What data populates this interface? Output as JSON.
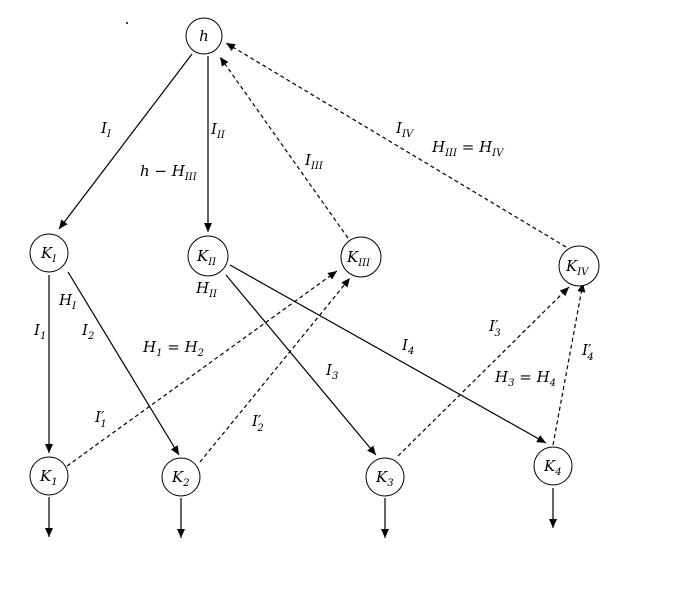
{
  "nodes": {
    "h": {
      "main": "h",
      "sub": ""
    },
    "KI": {
      "main": "K",
      "sub": "I"
    },
    "KII": {
      "main": "K",
      "sub": "II"
    },
    "KIII": {
      "main": "K",
      "sub": "III"
    },
    "KIV": {
      "main": "K",
      "sub": "IV"
    },
    "K1": {
      "main": "K",
      "sub": "1"
    },
    "K2": {
      "main": "K",
      "sub": "2"
    },
    "K3": {
      "main": "K",
      "sub": "3"
    },
    "K4": {
      "main": "K",
      "sub": "4"
    }
  },
  "edge_labels": {
    "I_I": {
      "main": "I",
      "sub": "I"
    },
    "I_II": {
      "main": "I",
      "sub": "II"
    },
    "h_minus_HIII": {
      "pre": "h − ",
      "main": "H",
      "sub": "III"
    },
    "I_III": {
      "main": "I",
      "sub": "III"
    },
    "I_IV": {
      "main": "I",
      "sub": "IV"
    },
    "HIII_eq_HIV": {
      "a_main": "H",
      "a_sub": "III",
      "eq": " = ",
      "b_main": "H",
      "b_sub": "IV"
    },
    "H_I": {
      "main": "H",
      "sub": "I"
    },
    "H_II": {
      "main": "H",
      "sub": "II"
    },
    "I_1": {
      "main": "I",
      "sub": "1"
    },
    "I_2": {
      "main": "I",
      "sub": "2"
    },
    "H1_eq_H2": {
      "a_main": "H",
      "a_sub": "1",
      "eq": " = ",
      "b_main": "H",
      "b_sub": "2"
    },
    "I_3": {
      "main": "I",
      "sub": "3"
    },
    "I_4": {
      "main": "I",
      "sub": "4"
    },
    "I1p": {
      "main": "I",
      "sub": "1",
      "prime": "′"
    },
    "I2p": {
      "main": "I",
      "sub": "2",
      "prime": "′"
    },
    "I3p": {
      "main": "I",
      "sub": "3",
      "prime": "′"
    },
    "I4p": {
      "main": "I",
      "sub": "4",
      "prime": "′"
    },
    "H3_eq_H4": {
      "a_main": "H",
      "a_sub": "3",
      "eq": " = ",
      "b_main": "H",
      "b_sub": "4"
    }
  }
}
